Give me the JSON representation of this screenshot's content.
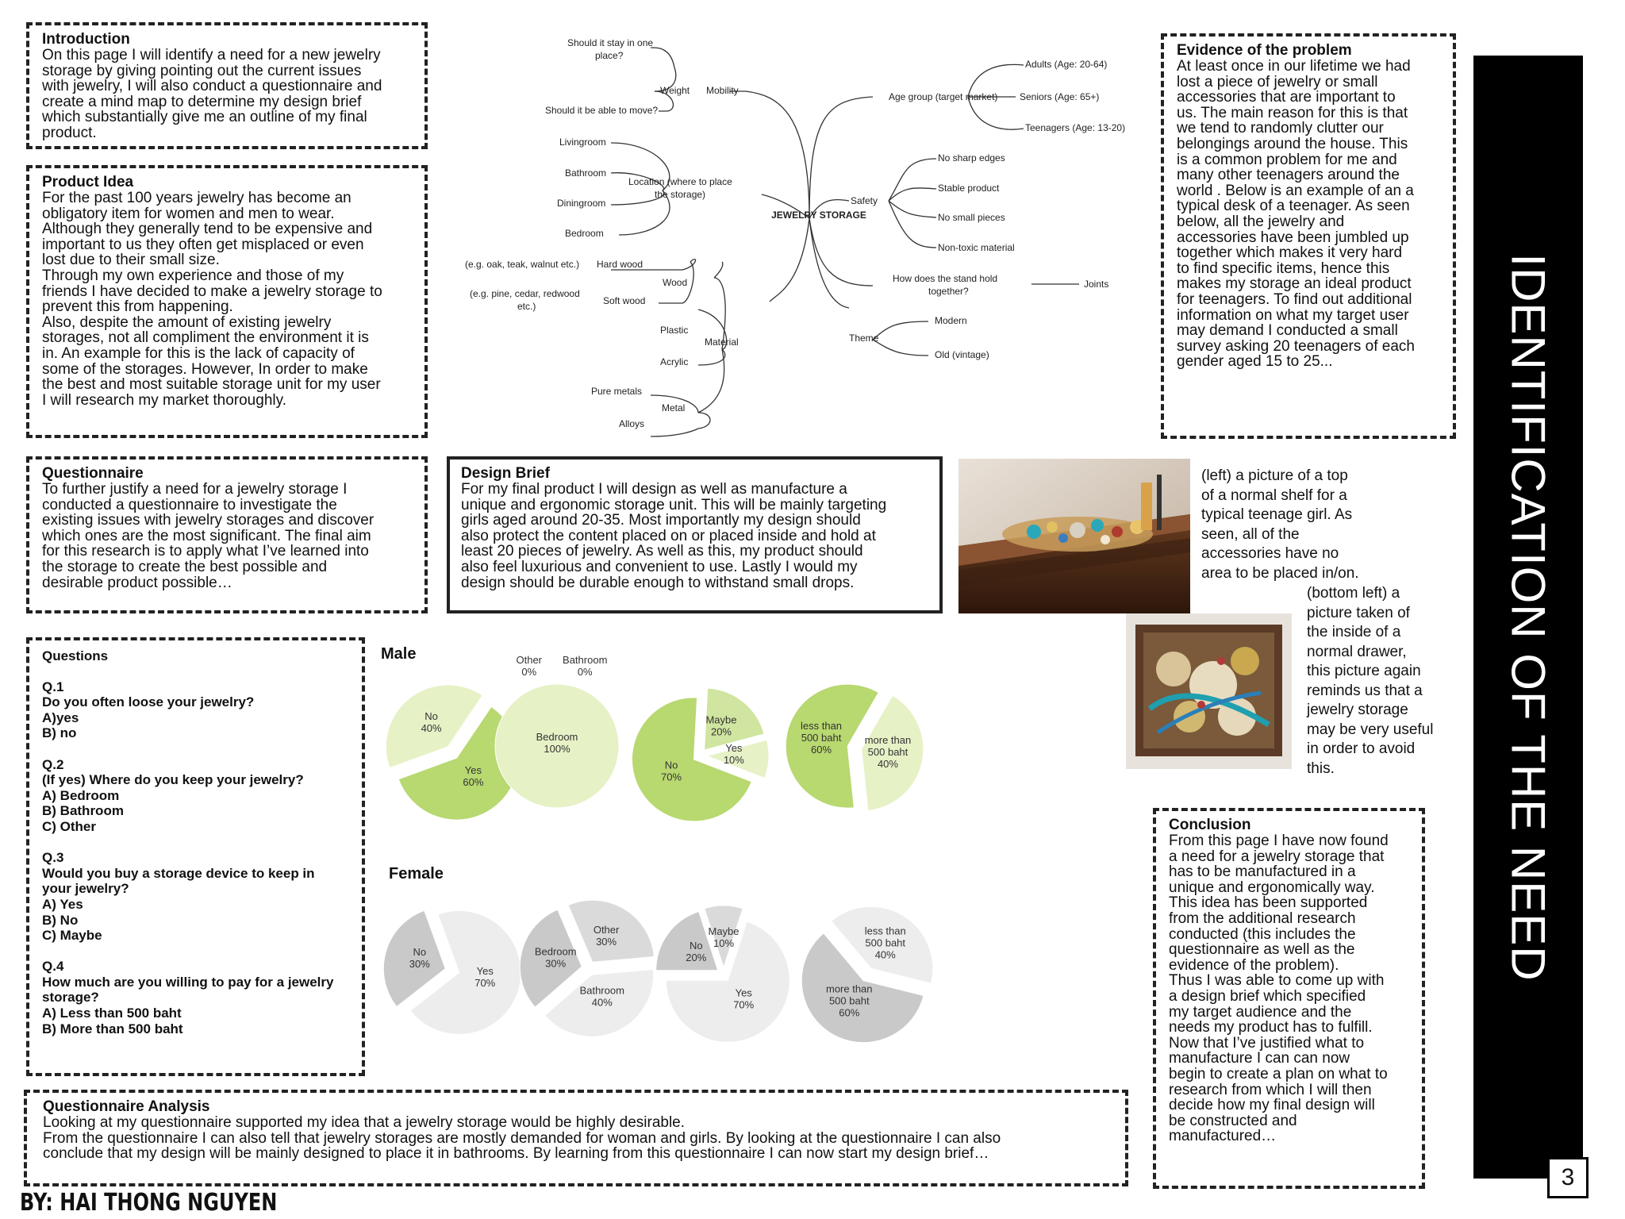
{
  "introduction": {
    "title": "Introduction",
    "body": "On this page I will identify a need for a new jewelry\nstorage by giving pointing out the current issues\nwith jewelry, I will also conduct a questionnaire and\ncreate a mind map to determine my design brief\nwhich substantially give me an outline of my final\nproduct."
  },
  "product_idea": {
    "title": "Product Idea",
    "body": "For the past 100 years jewelry has become an\nobligatory item for women and men to wear.\nAlthough they generally tend to be expensive and\nimportant to us they often get misplaced or even\nlost due to their small size.\nThrough my own experience and those of my\nfriends I have decided to make a jewelry storage to\nprevent this from happening.\nAlso, despite the amount of existing jewelry\nstorages, not all compliment the environment it is\nin. An example for this is the lack of capacity of\nsome of the storages. However, In order to make\nthe best and most suitable storage unit for my user\nI will research my market thoroughly."
  },
  "questionnaire": {
    "title": "Questionnaire",
    "body": "To further justify a need for a jewelry storage I\nconducted a questionnaire to investigate the\nexisting issues with jewelry storages and discover\nwhich ones are the most significant. The final aim\nfor this research is to apply what I’ve learned into\nthe storage to create the best possible and\ndesirable product possible…"
  },
  "design_brief": {
    "title": "Design Brief",
    "body": "For my final product I will design as well as manufacture a\nunique and ergonomic storage unit. This will be mainly targeting\ngirls aged around 20-35. Most importantly my design should\nalso protect the content placed on or placed inside and hold at\nleast 20 pieces of jewelry. As well as this, my product should\nalso feel luxurious and convenient to use. Lastly I would my\ndesign should be durable enough to withstand small drops."
  },
  "evidence": {
    "title": "Evidence of the problem",
    "body": "At least once in our lifetime we had\nlost a piece of jewelry or small\naccessories that are important to\nus. The main reason for this is that\nwe tend to randomly clutter our\nbelongings around the house.  This\nis a common problem for me and\nmany other teenagers around the\nworld . Below is an example of an a\ntypical desk of a teenager. As seen\nbelow, all the jewelry and\naccessories have been jumbled up\ntogether which makes it very hard\nto find specific items, hence this\nmakes my storage an ideal product\nfor teenagers. To find out additional\ninformation on what my target user\nmay demand I conducted a small\nsurvey asking 20 teenagers of each\ngender aged 15 to 25..."
  },
  "photo_captions": {
    "top": "(left) a picture of a top\nof a normal shelf for a\ntypical teenage girl. As\nseen, all of the\naccessories have no\narea to be placed in/on.",
    "bottom": "(bottom left) a\npicture taken of\nthe inside of a\nnormal drawer,\nthis picture again\nreminds us that a\njewelry storage\nmay be very useful\nin order to avoid\nthis."
  },
  "questions": {
    "title": "Questions",
    "list": "Q.1\nDo you often loose your jewelry?\nA)yes\nB) no\n\nQ.2\n(If yes) Where do you keep your jewelry?\nA) Bedroom\nB) Bathroom\nC) Other\n\nQ.3\nWould you buy a storage device to keep in\nyour jewelry?\nA) Yes\nB) No\nC) Maybe\n\nQ.4\nHow much are you willing to pay for a jewelry\nstorage?\nA) Less than 500 baht\nB) More than 500 baht"
  },
  "conclusion": {
    "title": "Conclusion",
    "body": "From this page I have now found\na need for a jewelry storage that\nhas to be manufactured in a\nunique and ergonomically way.\nThis idea has been supported\nfrom the additional research\nconducted (this includes the\nquestionnaire as well as the\nevidence of the problem).\nThus I was able to come up with\na design brief which specified\nmy target audience and the\nneeds my product has to fulfill.\nNow that I’ve justified what to\nmanufacture I can can now\nbegin to create a plan on what to\nresearch from which I will then\ndecide how my final design will\nbe constructed and\nmanufactured…"
  },
  "analysis": {
    "title": "Questionnaire Analysis",
    "body": "Looking at my questionnaire supported my idea that a jewelry storage would be highly desirable.\nFrom the questionnaire I can also tell that jewelry storages are mostly demanded for woman and girls. By looking at the questionnaire I can also\nconclude that my design will be mainly designed to place it in bathrooms. By learning from this questionnaire I can now start my design brief…"
  },
  "banner": {
    "title": "IDENTIFICATION OF THE NEED",
    "page_number": "3"
  },
  "byline": "BY: HAI THONG NGUYEN",
  "mindmap": {
    "center": "JEWELRY STORAGE",
    "labels": {
      "stay": [
        "Should it stay in one",
        "place?"
      ],
      "move": "Should it be able to move?",
      "weight": "Weight",
      "mobility": "Mobility",
      "living": "Livingroom",
      "bathroom": "Bathroom",
      "dining": "Diningroom",
      "bedroom": "Bedroom",
      "location": [
        "Location (where to place",
        "the storage)"
      ],
      "hardwood_eg": "(e.g. oak, teak, walnut etc.)",
      "hardwood": "Hard wood",
      "wood": "Wood",
      "softwood_eg": [
        "(e.g. pine, cedar, redwood",
        "etc.)"
      ],
      "softwood": "Soft wood",
      "plastic": "Plastic",
      "material": "Material",
      "acrylic": "Acrylic",
      "pure": "Pure metals",
      "metal": "Metal",
      "alloys": "Alloys",
      "age": "Age group (target market)",
      "adults": "Adults (Age: 20-64)",
      "seniors": "Seniors (Age: 65+)",
      "teens": "Teenagers (Age: 13-20)",
      "safety": "Safety",
      "sharp": "No sharp edges",
      "stable": "Stable product",
      "small": "No small pieces",
      "toxic": "Non-toxic material",
      "stand": [
        "How does the stand hold",
        "together?"
      ],
      "joints": "Joints",
      "theme": "Theme",
      "modern": "Modern",
      "old": "Old (vintage)"
    }
  },
  "chart_labels": {
    "male": "Male",
    "female": "Female"
  },
  "chart_data": [
    {
      "type": "pie",
      "group": "Male",
      "question": "Q.1",
      "slices": [
        {
          "label": "No",
          "value": 40
        },
        {
          "label": "Yes",
          "value": 60
        }
      ]
    },
    {
      "type": "pie",
      "group": "Male",
      "question": "Q.2",
      "slices": [
        {
          "label": "Bedroom",
          "value": 100
        },
        {
          "label": "Bathroom",
          "value": 0
        },
        {
          "label": "Other",
          "value": 0
        }
      ]
    },
    {
      "type": "pie",
      "group": "Male",
      "question": "Q.3",
      "slices": [
        {
          "label": "Yes",
          "value": 10
        },
        {
          "label": "No",
          "value": 70
        },
        {
          "label": "Maybe",
          "value": 20
        }
      ]
    },
    {
      "type": "pie",
      "group": "Male",
      "question": "Q.4",
      "slices": [
        {
          "label": "more than 500 baht",
          "value": 40
        },
        {
          "label": "less than 500 baht",
          "value": 60
        }
      ]
    },
    {
      "type": "pie",
      "group": "Female",
      "question": "Q.1",
      "slices": [
        {
          "label": "Yes",
          "value": 70
        },
        {
          "label": "No",
          "value": 30
        }
      ]
    },
    {
      "type": "pie",
      "group": "Female",
      "question": "Q.2",
      "slices": [
        {
          "label": "Bathroom",
          "value": 40
        },
        {
          "label": "Bedroom",
          "value": 30
        },
        {
          "label": "Other",
          "value": 30
        }
      ]
    },
    {
      "type": "pie",
      "group": "Female",
      "question": "Q.3",
      "slices": [
        {
          "label": "Yes",
          "value": 70
        },
        {
          "label": "No",
          "value": 20
        },
        {
          "label": "Maybe",
          "value": 10
        }
      ]
    },
    {
      "type": "pie",
      "group": "Female",
      "question": "Q.4",
      "slices": [
        {
          "label": "less than 500 baht",
          "value": 40
        },
        {
          "label": "more than 500 baht",
          "value": 60
        }
      ]
    }
  ]
}
